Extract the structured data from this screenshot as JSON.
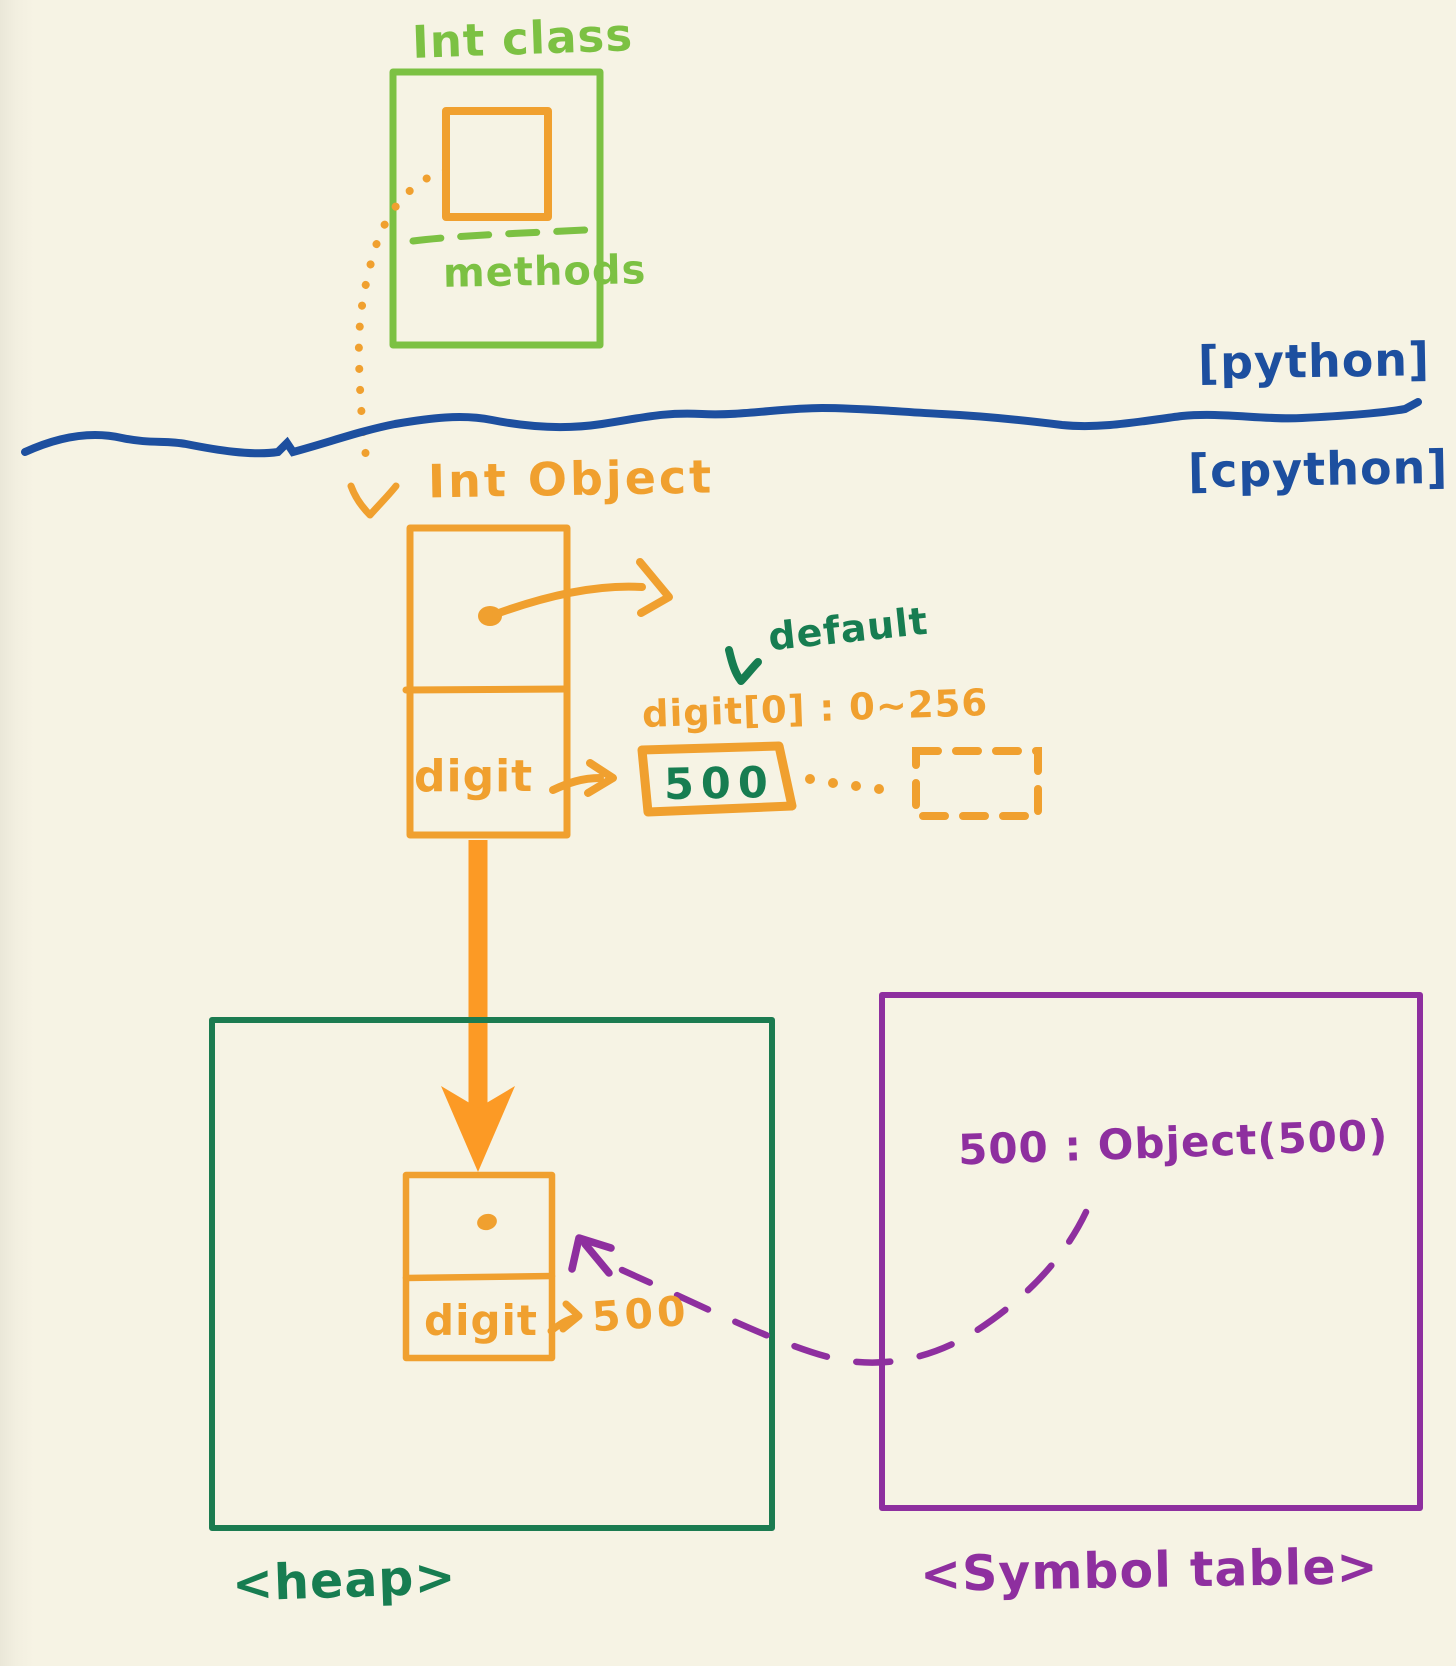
{
  "colors": {
    "background": "#f6f3e4",
    "light_green": "#7cc143",
    "dark_green": "#177d51",
    "orange": "#f0a02f",
    "arrow_orange": "#fc9a25",
    "blue": "#1d4f9f",
    "purple": "#8e2f9f"
  },
  "layers": {
    "python_label": "[python]",
    "cpython_label": "[cpython]"
  },
  "int_class": {
    "title": "Int class",
    "methods_label": "methods"
  },
  "int_object": {
    "title": "Int Object",
    "digit_field_label": "digit"
  },
  "digit_detail": {
    "default_label": "default",
    "range_label": "digit[0] : 0~256",
    "value": "500"
  },
  "heap": {
    "label": "<heap>",
    "object": {
      "digit_field_label": "digit",
      "value": "500"
    }
  },
  "symbol_table": {
    "label": "<Symbol table>",
    "entry": "500 : Object(500)"
  },
  "icons": {
    "class_to_object_arrow": "dotted-curve-down-arrow",
    "object_ref_arrow": "curved-arrow-right",
    "digit_pointer_arrow": "arrow-right",
    "default_pointer_arrow": "arrow-down-left",
    "dotted_continuation": "dotted-line",
    "big_down_arrow": "solid-arrow-down",
    "symbol_to_heap_arrow": "dashed-curve-arrow-up-left",
    "heap_digit_arrow": "arrow-right"
  }
}
